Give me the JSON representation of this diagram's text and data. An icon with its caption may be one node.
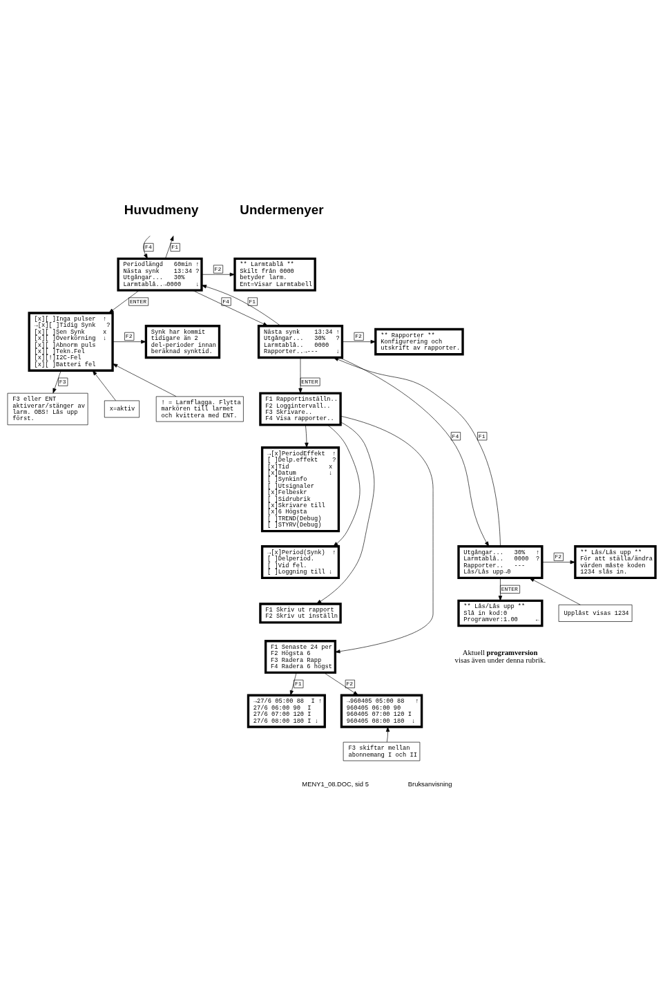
{
  "diagram": {
    "nodes": [
      {
        "text": [
          "Periodlängd   60min ↑",
          "Nästa synk    13:34 ?",
          "Utgångar...   30%",
          "Larmtablå..→0000    ↓"
        ]
      },
      {
        "text": [
          "** Larmtablå **",
          "Skilt från 0000",
          "betyder larm.",
          "Ent=Visar Larmtabell"
        ]
      },
      {
        "text": [
          "[x][ ]Inga pulser  ↑",
          "→[x][ ]Tidig Synk   ?",
          "[x][ ]Sen Synk     x",
          "[x][ ]Överkörning  ↓",
          "[x][ ]Abnorm puls",
          "[x][ ]Tekn.Fel",
          "[x][!]I2C-Fel",
          "[x][ ]Batteri fel"
        ]
      },
      {
        "text": [
          "Synk har kommit tidigare än 2 del-perioder innan beräknad synktid."
        ]
      },
      {
        "text": [
          "F3 eller ENT aktiverar/stänger av larm. OBS! Lås upp först."
        ]
      },
      {
        "text": [
          "x=aktiv"
        ]
      },
      {
        "text": [
          "! = Larmflagga. Flytta markören till larmet och kvittera med ENT."
        ]
      },
      {
        "text": [
          "Nästa synk    13:34 ↑",
          "Utgångar...   30%   ?",
          "Larmtablå..   0000",
          "Rapporter..→---     ↓"
        ]
      },
      {
        "text": [
          "** Rapporter **",
          "Konfigurering och utskrift av rapporter."
        ]
      },
      {
        "text": [
          "F1 Rapportinställn..",
          "F2 Loggintervall..",
          "F3 Skrivare..",
          "F4 Visa rapporter.."
        ]
      },
      {
        "text": [
          "→[x]PeriodEffekt  ↑",
          "[ ]Delp.effekt    ?",
          "[x]Tid           x",
          "[x]Datum         ↓",
          "[ ]Synkinfo",
          "[ ]Utsignaler",
          "[x]Felbeskr",
          "[ ]Sidrubrik",
          "[x]Skrivare till",
          "[x]6 Högsta",
          "[ ]TREND(Debug)",
          "[ ]STYRV(Debug)"
        ]
      },
      {
        "text": [
          "Utgångar...   30%   ↑",
          "Larmtablå..   0000  ?",
          "Rapporter..   ---",
          "Lås/Lås upp→0"
        ]
      },
      {
        "text": [
          "** Lås/Lås upp **",
          "För att ställa/ändra värden måste koden 1234 slås in."
        ]
      },
      {
        "text": [
          "Upplåst visas 1234"
        ]
      },
      {
        "text": [
          "** Lås/Lås upp **",
          "Slå in kod:0",
          "Programver:1.00     ←"
        ],
        "beside": [
          "Aktuell **programversion** visas även under denna rubrik."
        ]
      },
      {
        "text": [
          "→[x]Period(Synk)  ↑",
          "[ ]Delperiod.",
          "[ ]Vid fel.",
          "[ ]Loggning till ↓"
        ]
      },
      {
        "text": [
          "F1 Skriv ut rapport",
          "F2 Skriv ut inställn"
        ]
      },
      {
        "text": [
          "F1 Senaste 24 per",
          "F2 Högsta 6",
          "F3 Radera Rapp",
          "F4 Radera 6 högst"
        ]
      },
      {
        "text": [
          "→27/6 05:00 88  I ↑",
          "27/6 06:00 90  I",
          "27/6 07:00 120 I",
          "27/6 08:00 180 I ↓"
        ]
      },
      {
        "text": [
          "→960405 05:00 88   ↑",
          "960405 06:00 90",
          "960405 07:00 120 I",
          "960405 08:00 180  ↓"
        ]
      },
      {
        "text": [
          "F3 skiftar mellan abonnemang I och II"
        ]
      }
    ],
    "edges": [
      {
        "from": null,
        "to": 0,
        "arrow": "to",
        "label": "F4"
      },
      {
        "from": 0,
        "to": null,
        "arrow": "to",
        "label": "F1"
      },
      {
        "from": 0,
        "to": 1,
        "arrow": "to",
        "label": "F2"
      },
      {
        "from": 0,
        "to": 2,
        "arrow": "to",
        "label": "ENTER"
      },
      {
        "from": 2,
        "to": 3,
        "arrow": "to",
        "label": "F2"
      },
      {
        "from": 2,
        "to": 4,
        "arrow": "to",
        "label": "F3"
      },
      {
        "from": 5,
        "to": 2,
        "arrow": "to"
      },
      {
        "from": 6,
        "to": 2,
        "arrow": "to"
      },
      {
        "from": 0,
        "to": 7,
        "arrow": "to",
        "label": "F4"
      },
      {
        "from": 7,
        "to": 0,
        "arrow": "to",
        "label": "F1"
      },
      {
        "from": 7,
        "to": 8,
        "arrow": "to",
        "label": "F2"
      },
      {
        "from": 7,
        "to": 9,
        "arrow": "to",
        "label": "ENTER"
      },
      {
        "from": 9,
        "to": 10,
        "arrow": "to"
      },
      {
        "from": 9,
        "to": 15,
        "arrow": "to"
      },
      {
        "from": 9,
        "to": 16,
        "arrow": "to"
      },
      {
        "from": 9,
        "to": 17,
        "arrow": "to"
      },
      {
        "from": 7,
        "to": 11,
        "arrow": "to",
        "label": "F4"
      },
      {
        "from": 11,
        "to": 7,
        "arrow": "to",
        "label": "F1"
      },
      {
        "from": 11,
        "to": 12,
        "arrow": "to",
        "label": "F2"
      },
      {
        "from": 11,
        "to": 14,
        "arrow": "to",
        "label": "ENTER"
      },
      {
        "from": 13,
        "to": 11,
        "arrow": "to"
      },
      {
        "from": 17,
        "to": 18,
        "arrow": "to",
        "label": "F1"
      },
      {
        "from": 17,
        "to": 19,
        "arrow": "to",
        "label": "F2"
      },
      {
        "from": 20,
        "to": 19,
        "arrow": "to"
      }
    ],
    "labels": [
      "Huvudmeny",
      "Undermenyer",
      "MENY1_08.DOC, sid 5",
      "Bruksanvisning"
    ]
  }
}
